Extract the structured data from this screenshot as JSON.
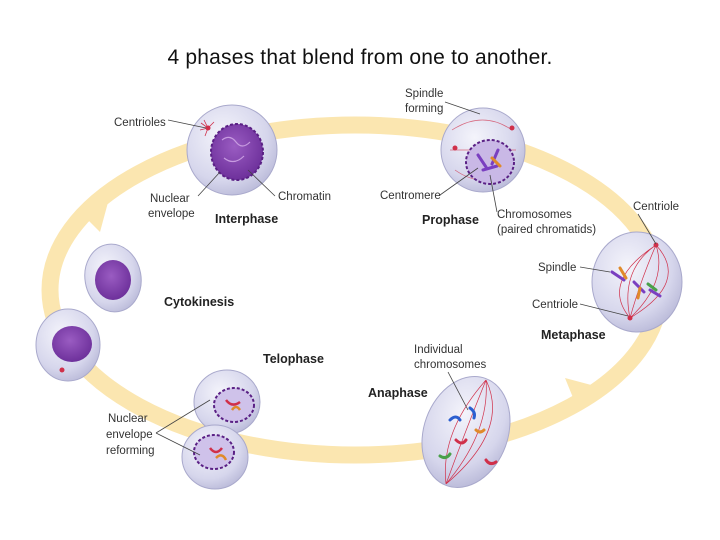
{
  "slide": {
    "title": "4 phases that blend from one to another."
  },
  "phases": {
    "interphase": "Interphase",
    "prophase": "Prophase",
    "metaphase": "Metaphase",
    "anaphase": "Anaphase",
    "telophase": "Telophase",
    "cytokinesis": "Cytokinesis"
  },
  "labels": {
    "centrioles": "Centrioles",
    "nuclear_envelope_1": "Nuclear",
    "nuclear_envelope_2": "envelope",
    "chromatin": "Chromatin",
    "spindle_forming_1": "Spindle",
    "spindle_forming_2": "forming",
    "centromere": "Centromere",
    "chromosomes_1": "Chromosomes",
    "chromosomes_2": "(paired chromatids)",
    "centriole_top": "Centriole",
    "spindle": "Spindle",
    "centriole_bottom": "Centriole",
    "individual_1": "Individual",
    "individual_2": "chromosomes",
    "reforming_1": "Nuclear",
    "reforming_2": "envelope",
    "reforming_3": "reforming"
  },
  "colors": {
    "cycle_arrow": "#fbe7b3",
    "cell_fill": "#d9d9ef",
    "nucleus": "#7b3fa8",
    "spindle_fiber": "#d0304a"
  }
}
